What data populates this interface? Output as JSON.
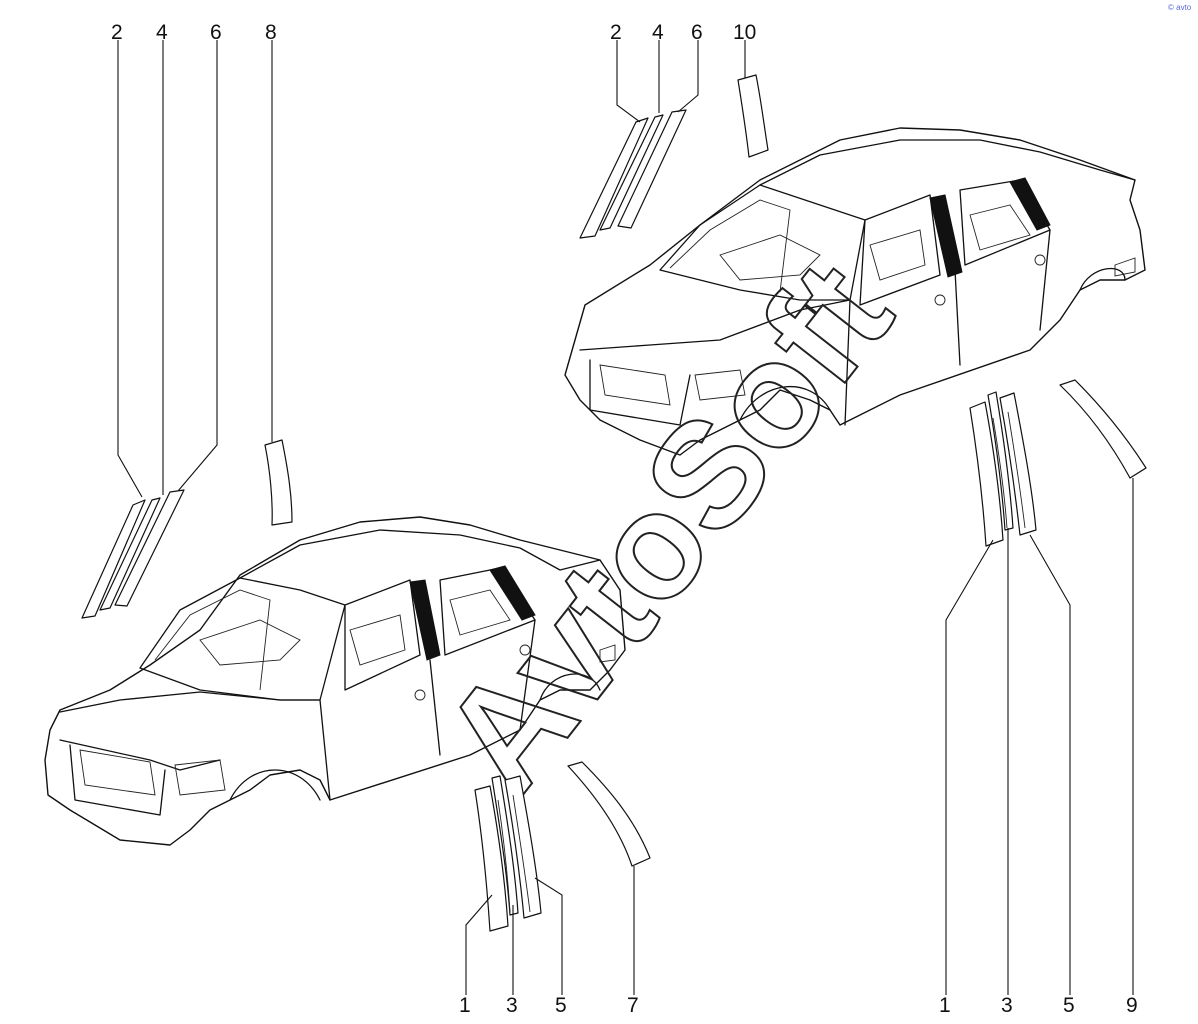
{
  "diagram": {
    "watermark": "AvtoSoft",
    "corner_mark": "© avto",
    "callouts_left": [
      "2",
      "4",
      "6",
      "8",
      "1",
      "3",
      "5",
      "7"
    ],
    "callouts_right": [
      "2",
      "4",
      "6",
      "10",
      "1",
      "3",
      "5",
      "9"
    ]
  }
}
